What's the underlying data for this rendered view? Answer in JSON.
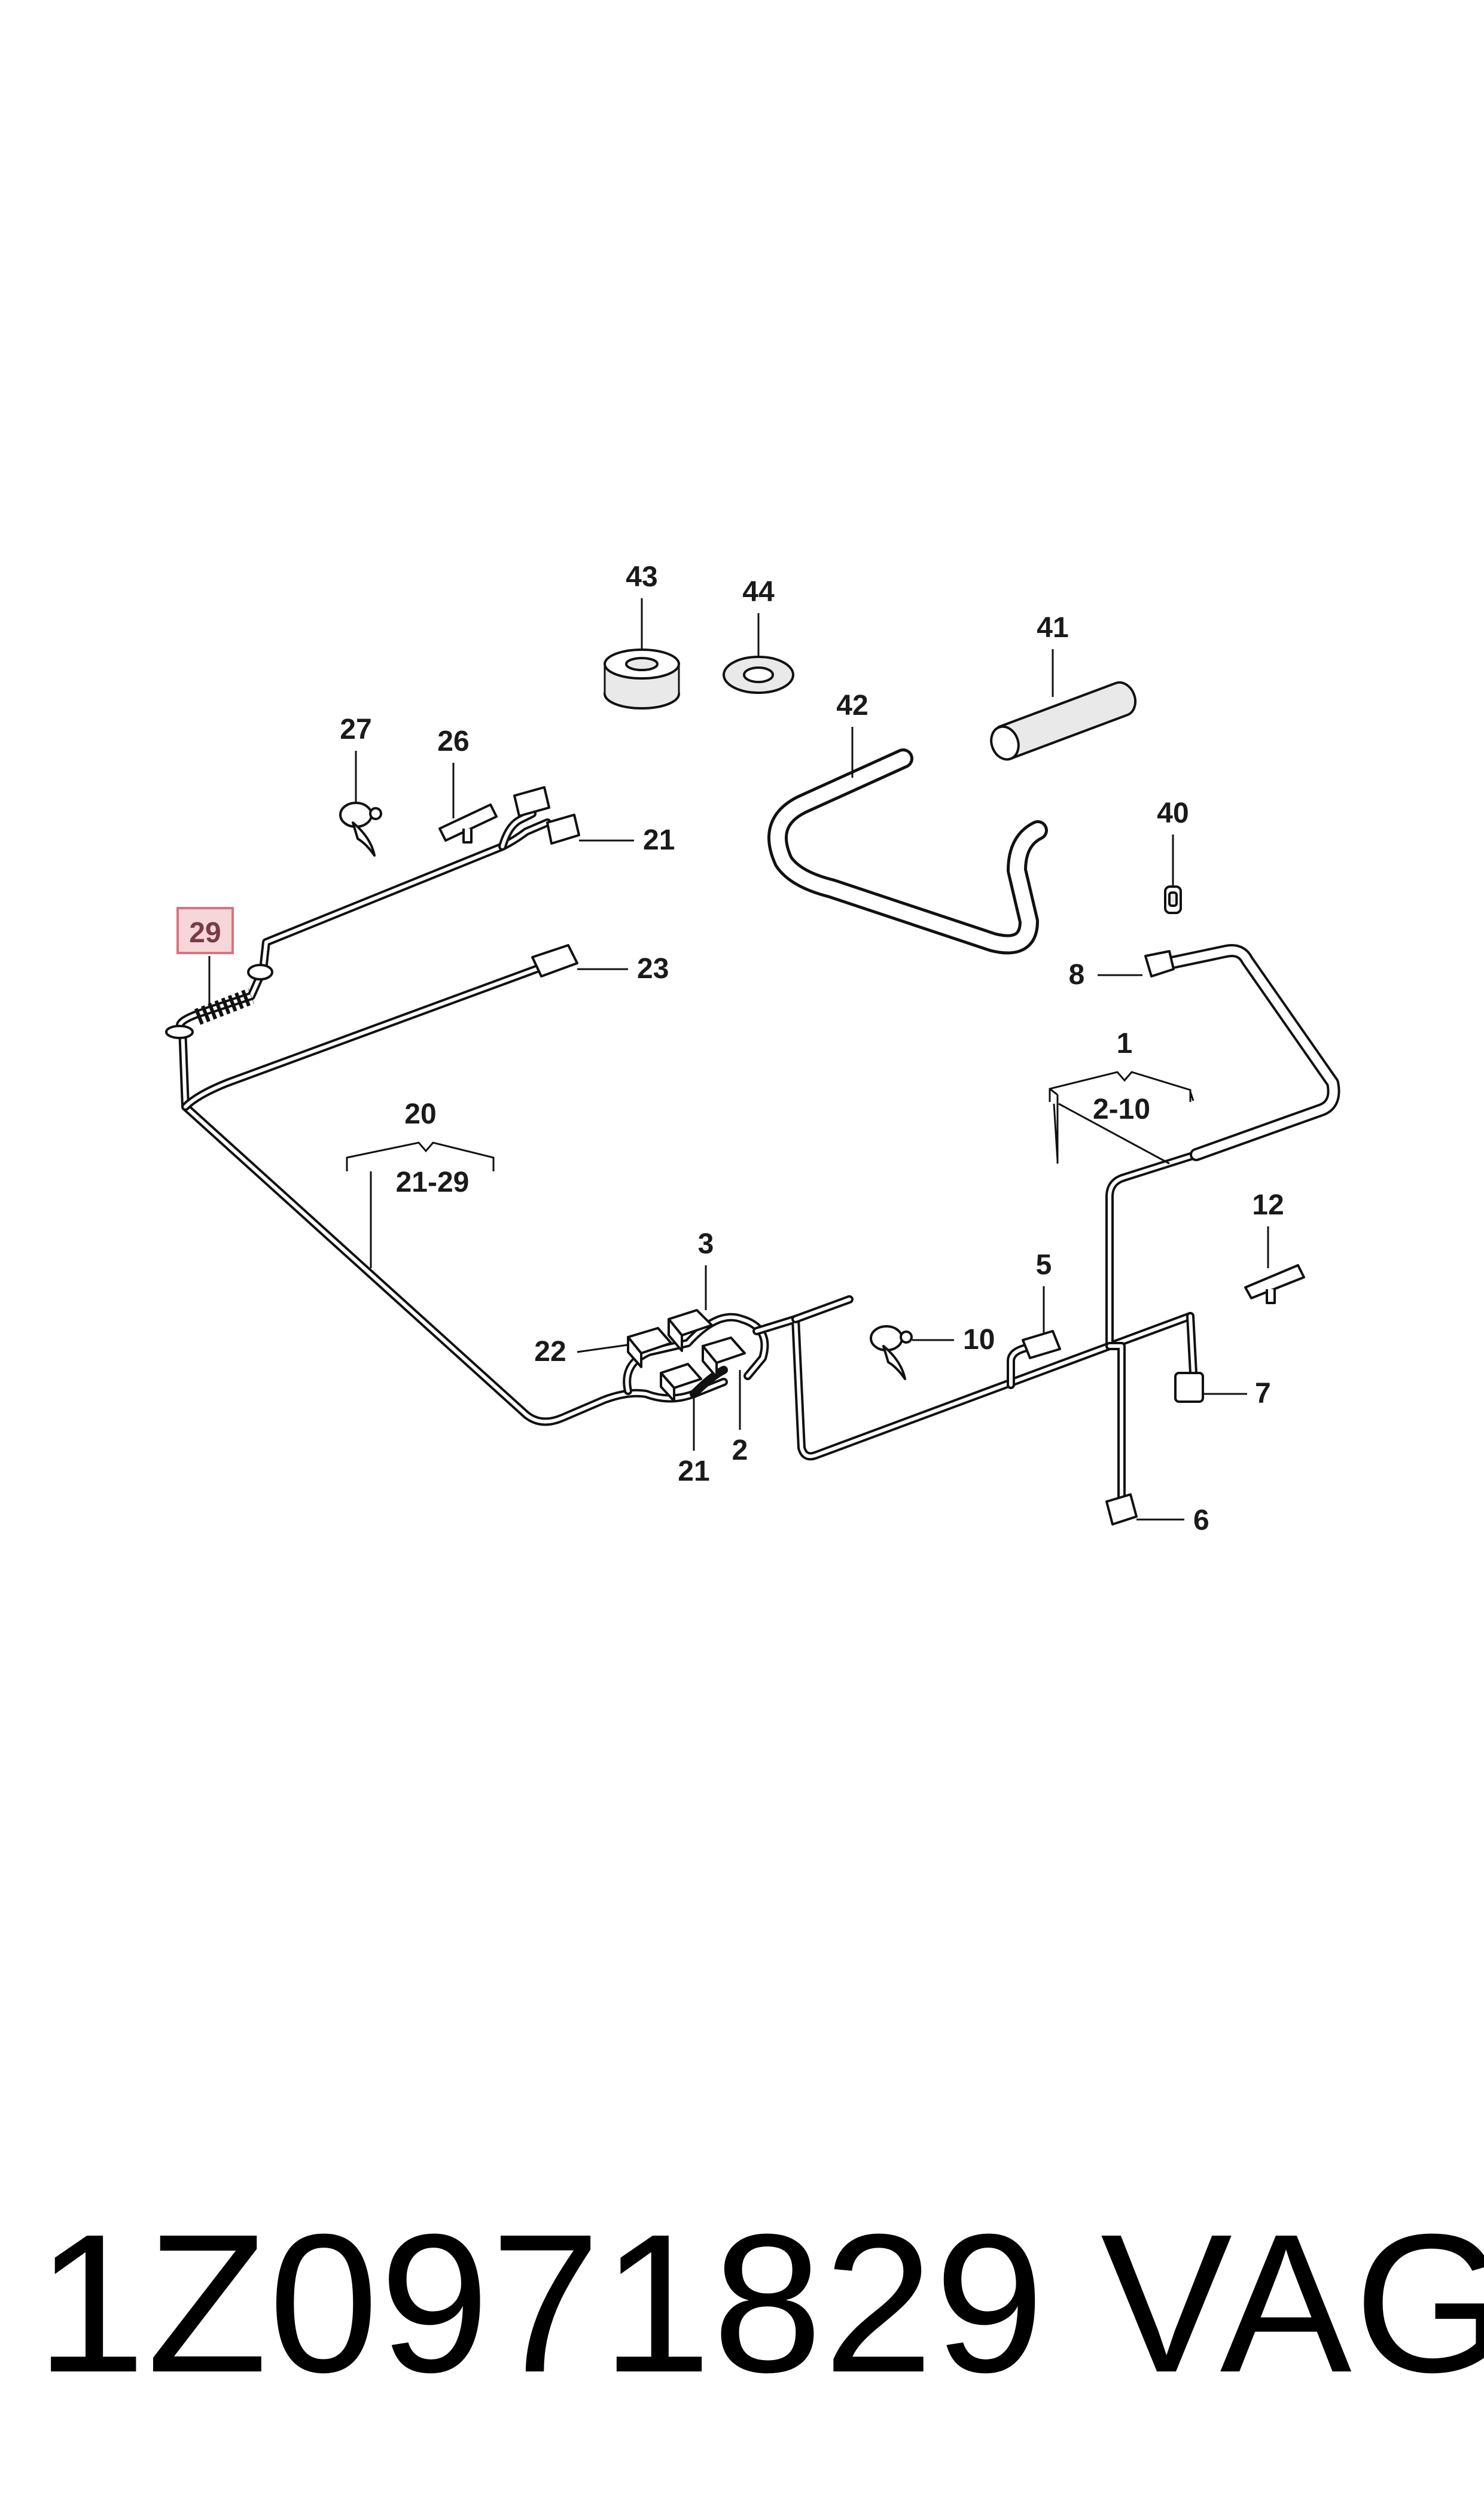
{
  "callouts": {
    "c43": "43",
    "c44": "44",
    "c41": "41",
    "c42": "42",
    "c40": "40",
    "c27": "27",
    "c26": "26",
    "c21_top": "21",
    "c29": "29",
    "c23": "23",
    "c8": "8",
    "c1": "1",
    "c1_range": "2-10",
    "c20": "20",
    "c20_range": "21-29",
    "c12": "12",
    "c3": "3",
    "c5": "5",
    "c22": "22",
    "c10": "10",
    "c7": "7",
    "c2": "2",
    "c21_bottom": "21",
    "c6": "6"
  },
  "highlighted_callout": "29",
  "colors": {
    "highlight_fill": "#f6d6d9",
    "highlight_border": "#d9737f",
    "line": "#111111"
  },
  "footer": {
    "part_number": "1Z0971829",
    "brand": "VAG"
  }
}
